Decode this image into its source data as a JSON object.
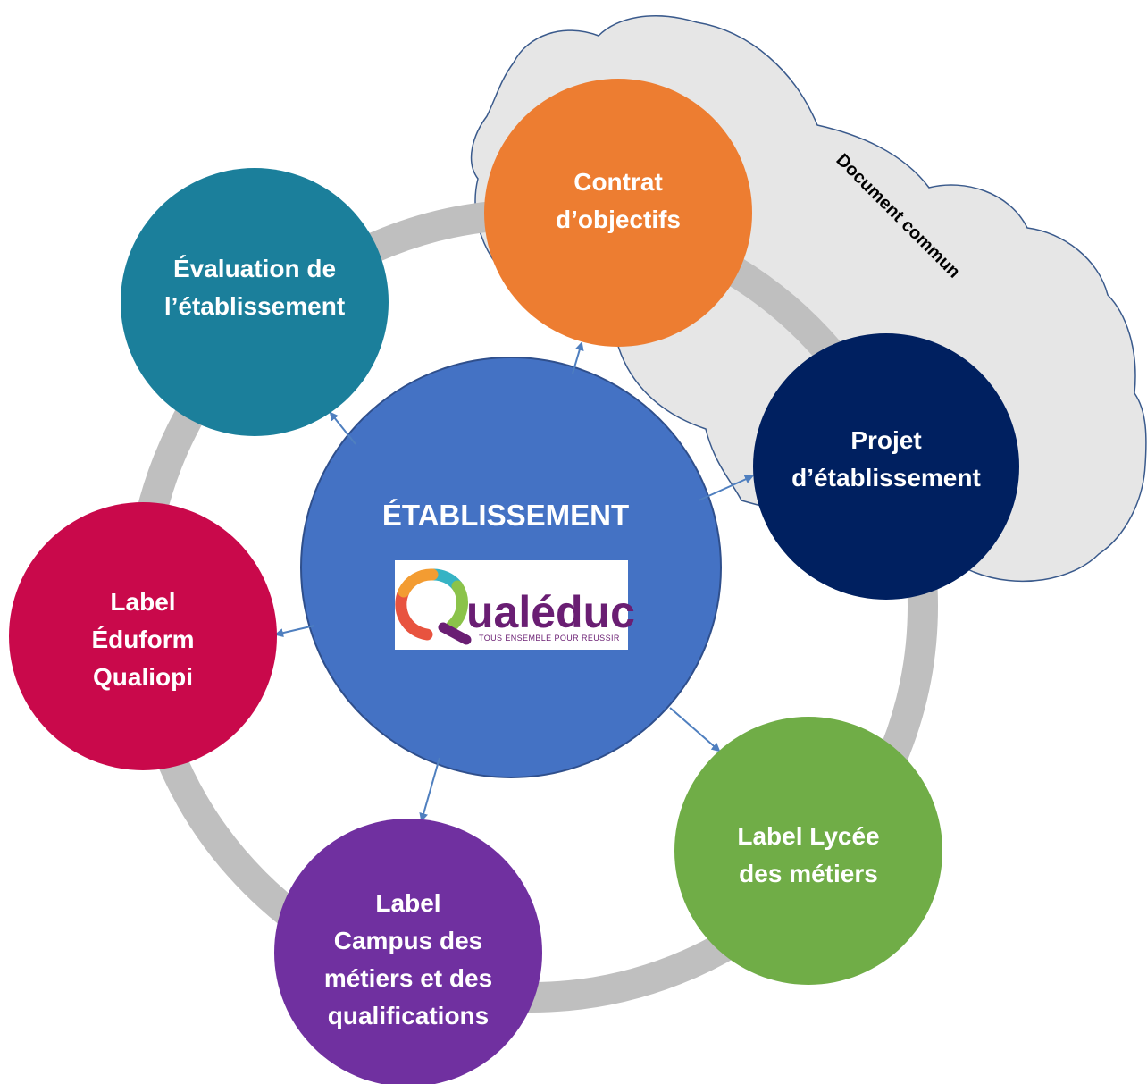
{
  "cloud": {
    "label": "Document commun",
    "fill": "#e6e6e6",
    "stroke": "#3a5a8c"
  },
  "ring_color": "#bfbfbf",
  "arrow_color": "#4f7fbf",
  "center": {
    "title": "ÉTABLISSEMENT",
    "fill": "#4472c4",
    "logo": {
      "word": "ualéduc",
      "tagline": "TOUS ENSEMBLE POUR RÉUSSIR"
    }
  },
  "nodes": [
    {
      "id": "evaluation",
      "lines": [
        "Évaluation de",
        "l’établissement"
      ],
      "fill": "#1b7f9b"
    },
    {
      "id": "contrat",
      "lines": [
        "Contrat",
        "d’objectifs"
      ],
      "fill": "#ed7d31"
    },
    {
      "id": "projet",
      "lines": [
        "Projet",
        "d’établissement"
      ],
      "fill": "#002060"
    },
    {
      "id": "lycee",
      "lines": [
        "Label Lycée",
        "des métiers"
      ],
      "fill": "#70ad47"
    },
    {
      "id": "campus",
      "lines": [
        "Label",
        "Campus des",
        "métiers et des",
        "qualifications"
      ],
      "fill": "#7030a0"
    },
    {
      "id": "eduform",
      "lines": [
        "Label",
        "Éduform",
        "Qualiopi"
      ],
      "fill": "#c9094b"
    }
  ]
}
